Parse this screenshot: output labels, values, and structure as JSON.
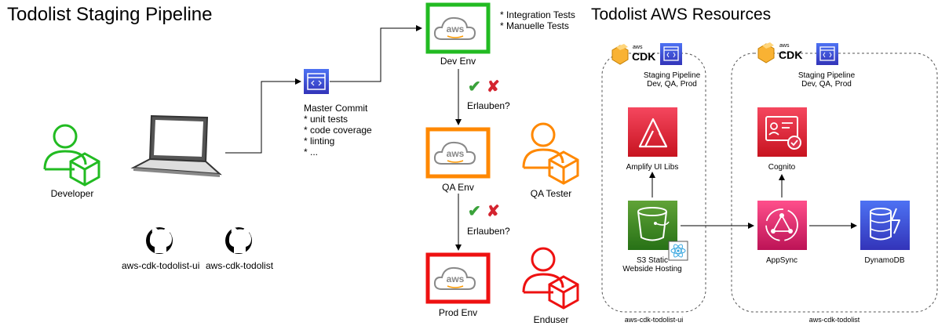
{
  "titles": {
    "pipeline": "Todolist Staging Pipeline",
    "resources": "Todolist AWS Resources"
  },
  "actors": {
    "developer": "Developer",
    "qa_tester": "QA Tester",
    "enduser": "Enduser"
  },
  "repos": {
    "ui": "aws-cdk-todolist-ui",
    "backend": "aws-cdk-todolist"
  },
  "commit": {
    "title": "Master Commit",
    "items": [
      "* unit tests",
      "* code coverage",
      "* linting",
      "* ..."
    ]
  },
  "environments": {
    "dev": "Dev Env",
    "qa": "QA Env",
    "prod": "Prod Env",
    "aws_logo": "aws"
  },
  "dev_tests": [
    "* Integration Tests",
    "* Manuelle Tests"
  ],
  "approval": {
    "label": "Erlauben?",
    "approve_glyph": "✔",
    "reject_glyph": "✘"
  },
  "cdk": {
    "logo_text": "CDK",
    "logo_small": "aws",
    "pipeline_label": "Staging Pipeline",
    "pipeline_envs": "Dev, QA, Prod"
  },
  "services": {
    "amplify": "Amplify UI Libs",
    "s3_line1": "S3 Static",
    "s3_line2": "Webside Hosting",
    "cognito": "Cognito",
    "appsync": "AppSync",
    "dynamodb": "DynamoDB"
  },
  "groups": {
    "ui": "aws-cdk-todolist-ui",
    "backend": "aws-cdk-todolist"
  },
  "colors": {
    "dev": "#22bb22",
    "qa": "#ff8800",
    "prod": "#ee1111",
    "pipeline_blue": "#3b48cc",
    "amplify_red": "#dd344c",
    "s3_green": "#3f8624",
    "dynamo_blue": "#3b48cc",
    "appsync_pink": "#e7157b"
  }
}
